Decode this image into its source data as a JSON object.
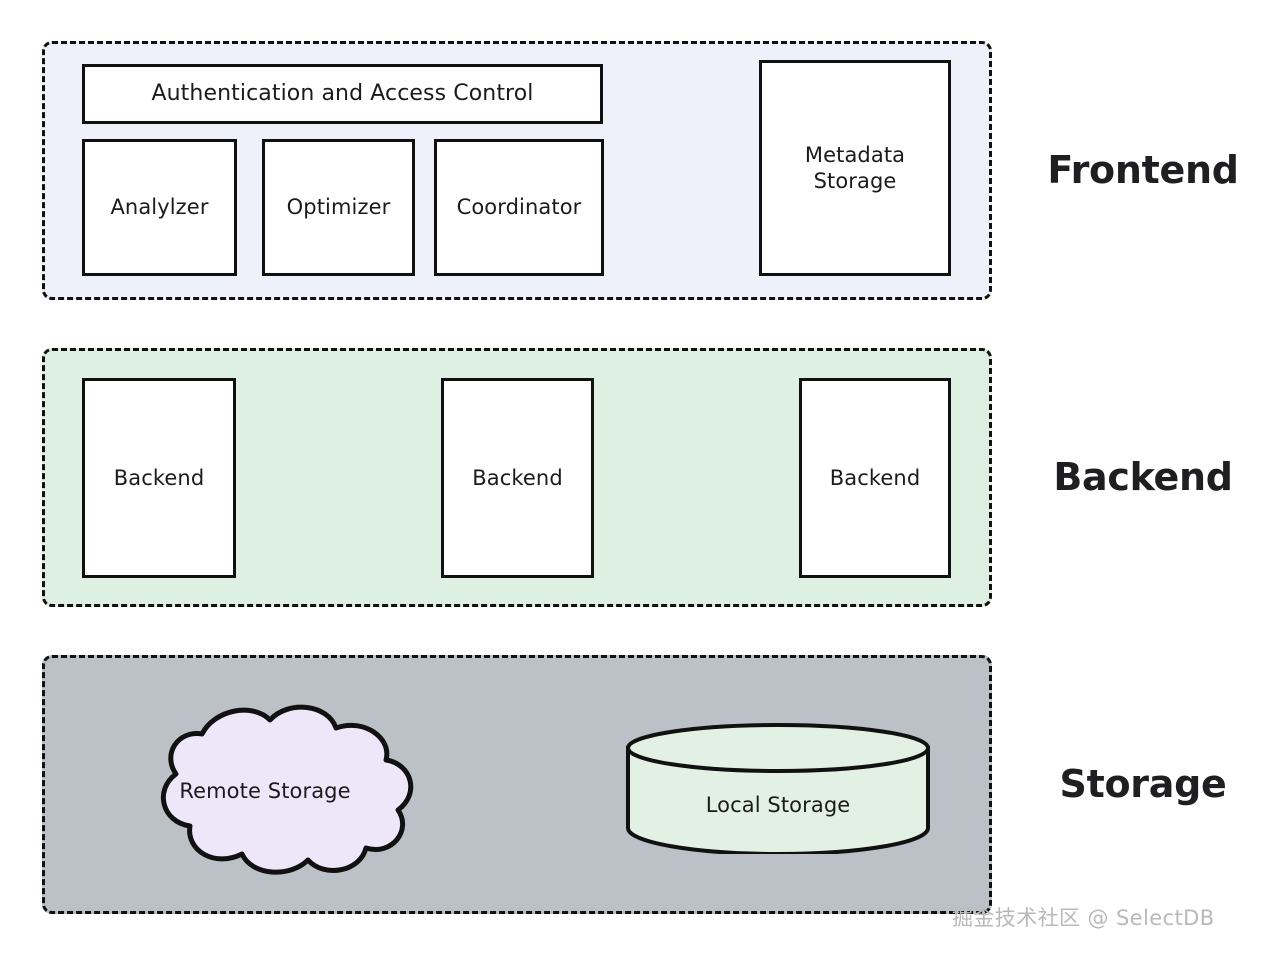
{
  "diagram": {
    "type": "layered-architecture",
    "tiers": [
      {
        "key": "frontend",
        "title": "Frontend",
        "fill": "#eef1f9",
        "nodes": [
          {
            "label": "Authentication and Access Control",
            "shape": "rectangle"
          },
          {
            "label": "Analylzer",
            "shape": "rectangle"
          },
          {
            "label": "Optimizer",
            "shape": "rectangle"
          },
          {
            "label": "Coordinator",
            "shape": "rectangle"
          },
          {
            "label": "Metadata Storage",
            "shape": "rectangle",
            "line1": "Metadata",
            "line2": "Storage"
          }
        ]
      },
      {
        "key": "backend",
        "title": "Backend",
        "fill": "#ddf0e1",
        "nodes": [
          {
            "label": "Backend",
            "shape": "rectangle"
          },
          {
            "label": "Backend",
            "shape": "rectangle"
          },
          {
            "label": "Backend",
            "shape": "rectangle"
          }
        ]
      },
      {
        "key": "storage",
        "title": "Storage",
        "fill": "#bcc0c7",
        "nodes": [
          {
            "label": "Remote Storage",
            "shape": "cloud",
            "fill": "#eee7fa"
          },
          {
            "label": "Local Storage",
            "shape": "cylinder",
            "fill": "#e2f1e3"
          }
        ]
      }
    ]
  },
  "colors": {
    "stroke": "#101010",
    "frontend_fill": "#eef1f9",
    "backend_fill": "#ddf0e1",
    "storage_fill": "#bcc0c7",
    "cloud_fill": "#eee7fa",
    "cylinder_fill": "#e2f1e3",
    "node_fill": "#ffffff",
    "watermark": "#b9b9b9"
  },
  "watermark": {
    "text": "掘金技术社区 @ SelectDB"
  }
}
